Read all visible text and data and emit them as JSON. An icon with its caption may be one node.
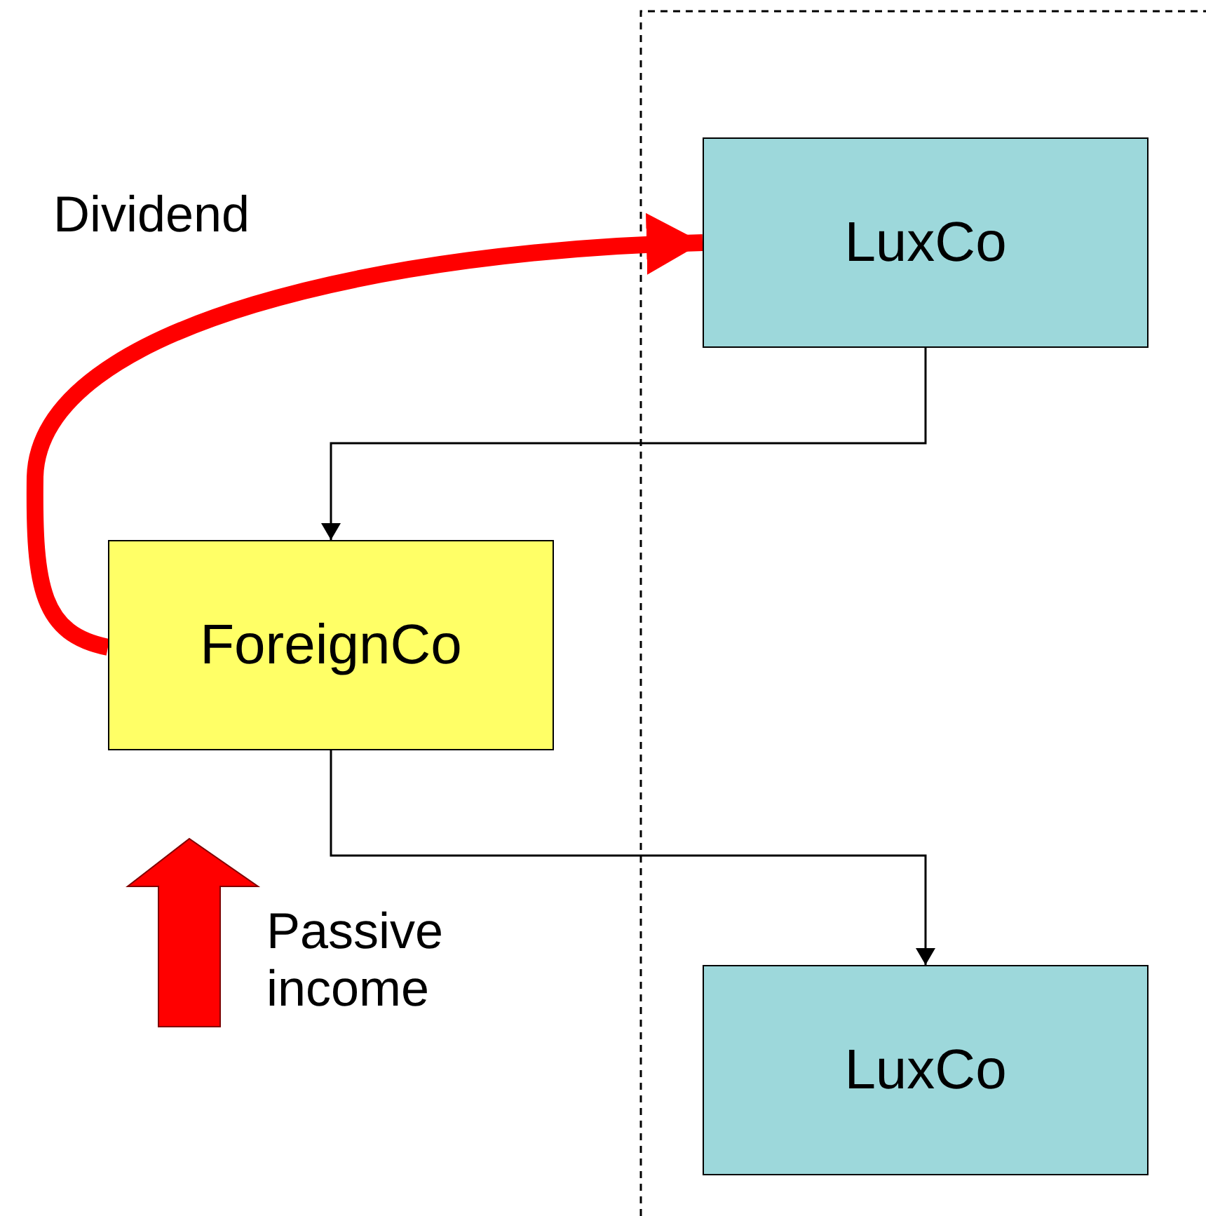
{
  "diagram": {
    "nodes": [
      {
        "text": [
          "LuxCo"
        ]
      },
      {
        "text": [
          "ForeignCo"
        ]
      },
      {
        "text": [
          "LuxCo"
        ]
      }
    ],
    "edges": [
      {
        "from": 0,
        "to": 1,
        "arrow": "to"
      },
      {
        "from": 1,
        "to": 2,
        "arrow": "to"
      },
      {
        "from": 1,
        "to": 0,
        "arrow": "to",
        "label": "Dividend",
        "style": "thick",
        "color": "#ff0000"
      }
    ],
    "labels": [
      "Passive income"
    ]
  }
}
